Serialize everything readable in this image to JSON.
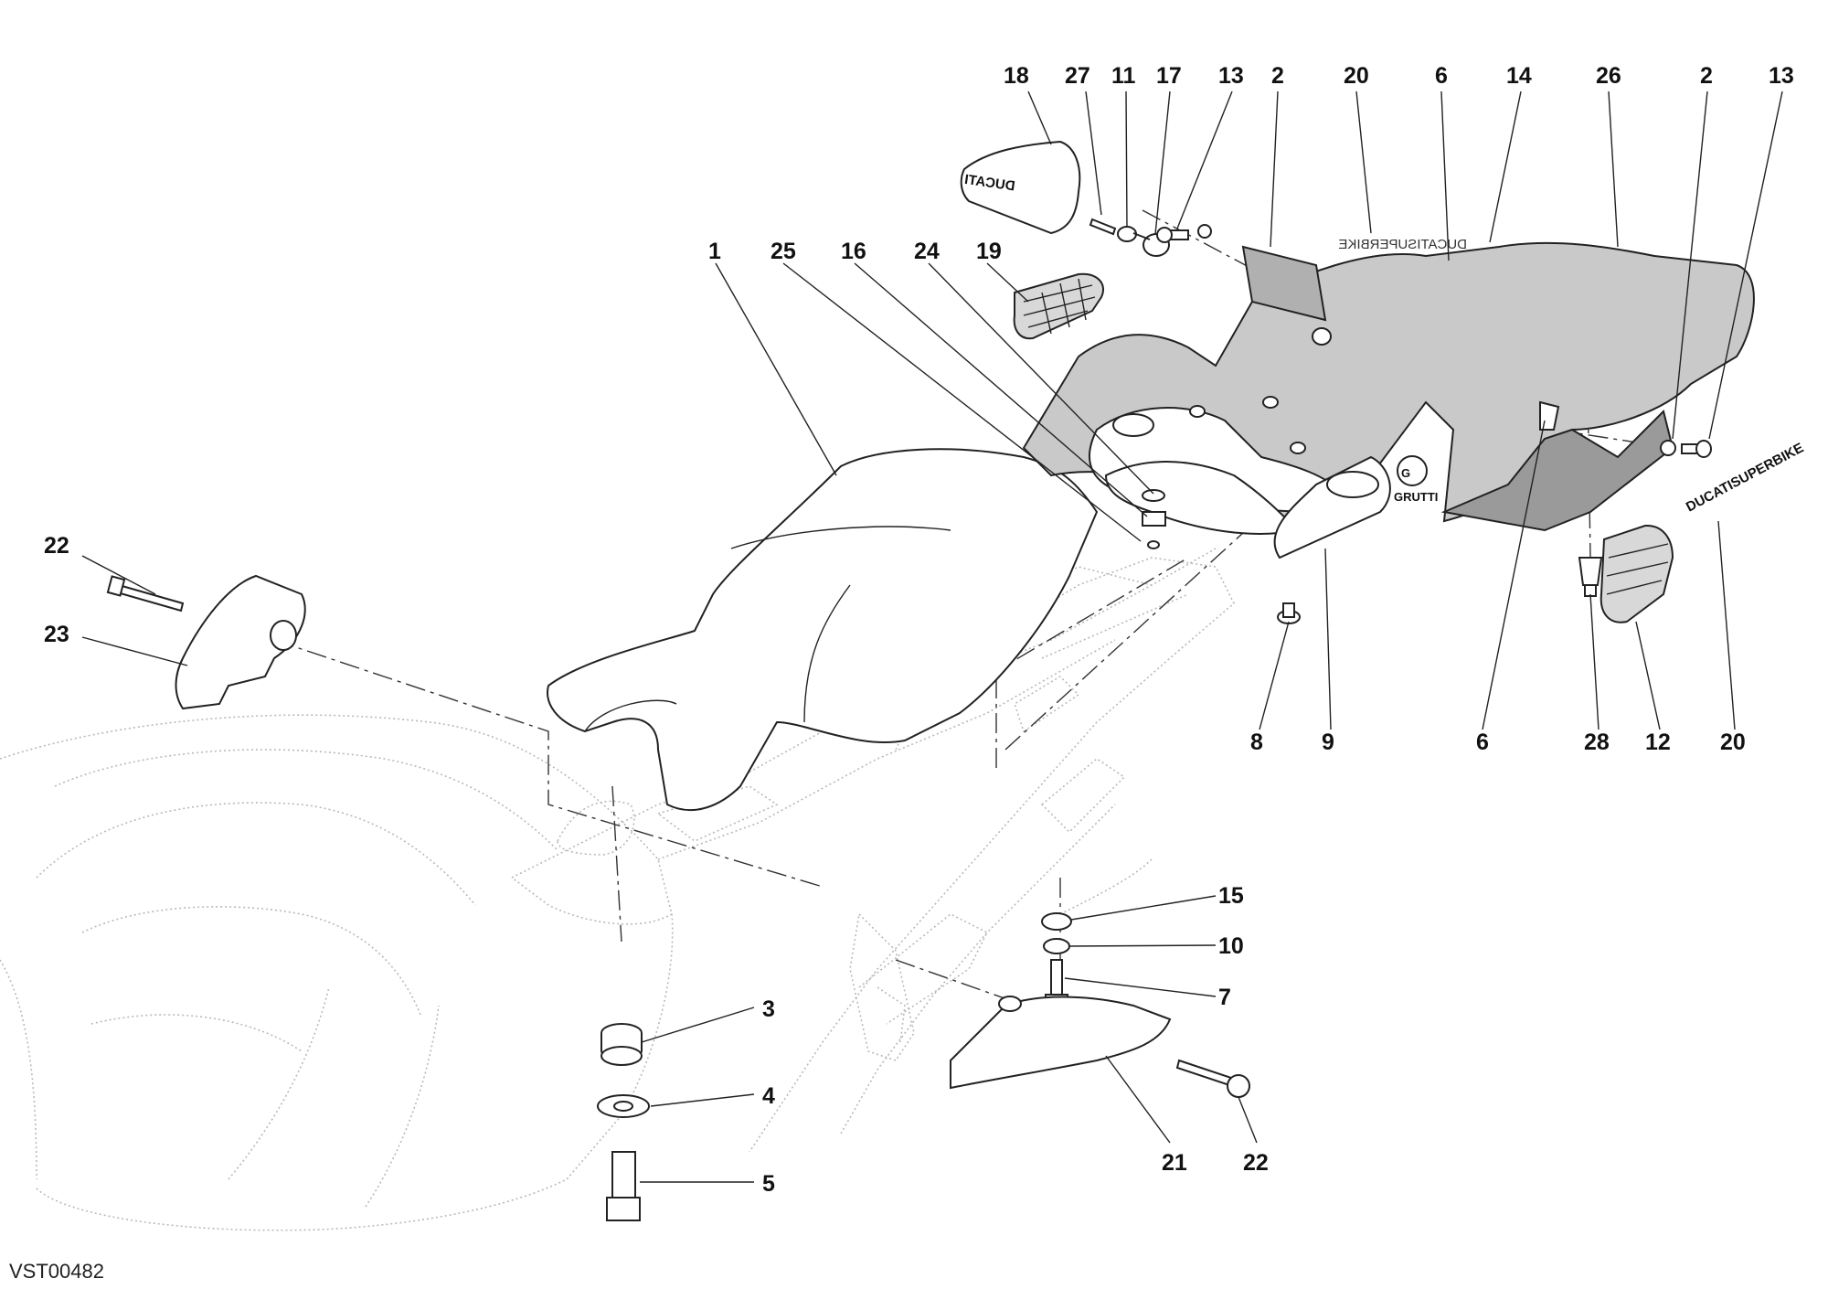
{
  "drawing_code": "VST00482",
  "decals": {
    "ducati_superbike_left": "DUCATISUPERBIKE",
    "ducati_superbike_right": "DUCATISUPERBIKE",
    "ducati_cover": "DUCATI",
    "grutti_logo": "GRUTTI"
  },
  "callouts": [
    {
      "id": "c18",
      "label": "18"
    },
    {
      "id": "c27",
      "label": "27"
    },
    {
      "id": "c11",
      "label": "11"
    },
    {
      "id": "c17",
      "label": "17"
    },
    {
      "id": "c13a",
      "label": "13"
    },
    {
      "id": "c2a",
      "label": "2"
    },
    {
      "id": "c20a",
      "label": "20"
    },
    {
      "id": "c6a",
      "label": "6"
    },
    {
      "id": "c14",
      "label": "14"
    },
    {
      "id": "c26",
      "label": "26"
    },
    {
      "id": "c2b",
      "label": "2"
    },
    {
      "id": "c13b",
      "label": "13"
    },
    {
      "id": "c1",
      "label": "1"
    },
    {
      "id": "c25",
      "label": "25"
    },
    {
      "id": "c16",
      "label": "16"
    },
    {
      "id": "c24",
      "label": "24"
    },
    {
      "id": "c19",
      "label": "19"
    },
    {
      "id": "c22a",
      "label": "22"
    },
    {
      "id": "c23",
      "label": "23"
    },
    {
      "id": "c8",
      "label": "8"
    },
    {
      "id": "c9",
      "label": "9"
    },
    {
      "id": "c6b",
      "label": "6"
    },
    {
      "id": "c28",
      "label": "28"
    },
    {
      "id": "c12",
      "label": "12"
    },
    {
      "id": "c20b",
      "label": "20"
    },
    {
      "id": "c15",
      "label": "15"
    },
    {
      "id": "c10",
      "label": "10"
    },
    {
      "id": "c7",
      "label": "7"
    },
    {
      "id": "c3",
      "label": "3"
    },
    {
      "id": "c4",
      "label": "4"
    },
    {
      "id": "c5",
      "label": "5"
    },
    {
      "id": "c21",
      "label": "21"
    },
    {
      "id": "c22b",
      "label": "22"
    }
  ]
}
